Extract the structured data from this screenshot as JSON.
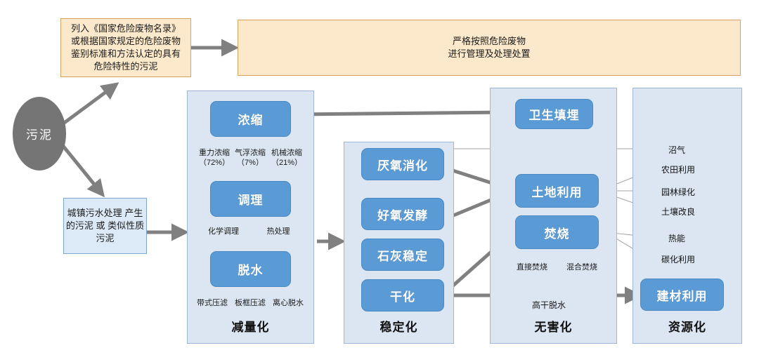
{
  "source": {
    "ellipse_label": "污泥"
  },
  "hazardous": {
    "classify_text": [
      "列入《国家危险废物名录》",
      "或根据国家规定的危险废物",
      "鉴别标准和方法认定的具有",
      "危险特性的污泥"
    ],
    "banner_text": [
      "严格按照危险废物",
      "进行管理及处理处置"
    ]
  },
  "municipal": {
    "note_text": [
      "城镇污水处理",
      "产生的污泥",
      "或",
      "类似性质污泥"
    ]
  },
  "columns": [
    {
      "id": "reduction",
      "title": "减量化",
      "boxes": [
        {
          "label": "浓缩",
          "subs": [
            "重力浓缩\n（72%）",
            "气浮浓缩\n（7%）",
            "机械浓缩\n（21%）"
          ]
        },
        {
          "label": "调理",
          "subs": [
            "化学调理",
            "热处理"
          ]
        },
        {
          "label": "脱水",
          "subs": [
            "带式压滤",
            "板框压滤",
            "离心脱水"
          ]
        }
      ]
    },
    {
      "id": "stabilization",
      "title": "稳定化",
      "boxes": [
        {
          "label": "厌氧消化",
          "subs": []
        },
        {
          "label": "好氧发酵",
          "subs": []
        },
        {
          "label": "石灰稳定",
          "subs": []
        },
        {
          "label": "干化",
          "subs": []
        }
      ]
    },
    {
      "id": "harmless",
      "title": "无害化",
      "boxes": [
        {
          "label": "卫生填埋",
          "subs": []
        },
        {
          "label": "土地利用",
          "subs": []
        },
        {
          "label": "焚烧",
          "subs": [
            "直接焚烧",
            "混合焚烧"
          ]
        }
      ]
    },
    {
      "id": "resource",
      "title": "资源化",
      "boxes": [
        {
          "label": "建材利用",
          "subs": []
        }
      ]
    }
  ],
  "resource_outputs": [
    {
      "label": "沼气"
    },
    {
      "label": "农田利用"
    },
    {
      "label": "园林绿化"
    },
    {
      "label": "土壤改良"
    },
    {
      "label": "热能"
    },
    {
      "label": "碳化利用"
    }
  ],
  "flow_labels": [
    {
      "label": "高干脱水"
    }
  ],
  "colors": {
    "process_box": "#5B9BD5",
    "panel_bg": "#DCE6F2",
    "panel_border": "#9DB7D6",
    "hazard_box": "#FCE9CB",
    "hazard_border": "#D9A15A",
    "note_box": "#DCE9F7",
    "ellipse": "#757575",
    "arrow_thick": "#808080",
    "arrow_thin": "#A6A6A6"
  }
}
